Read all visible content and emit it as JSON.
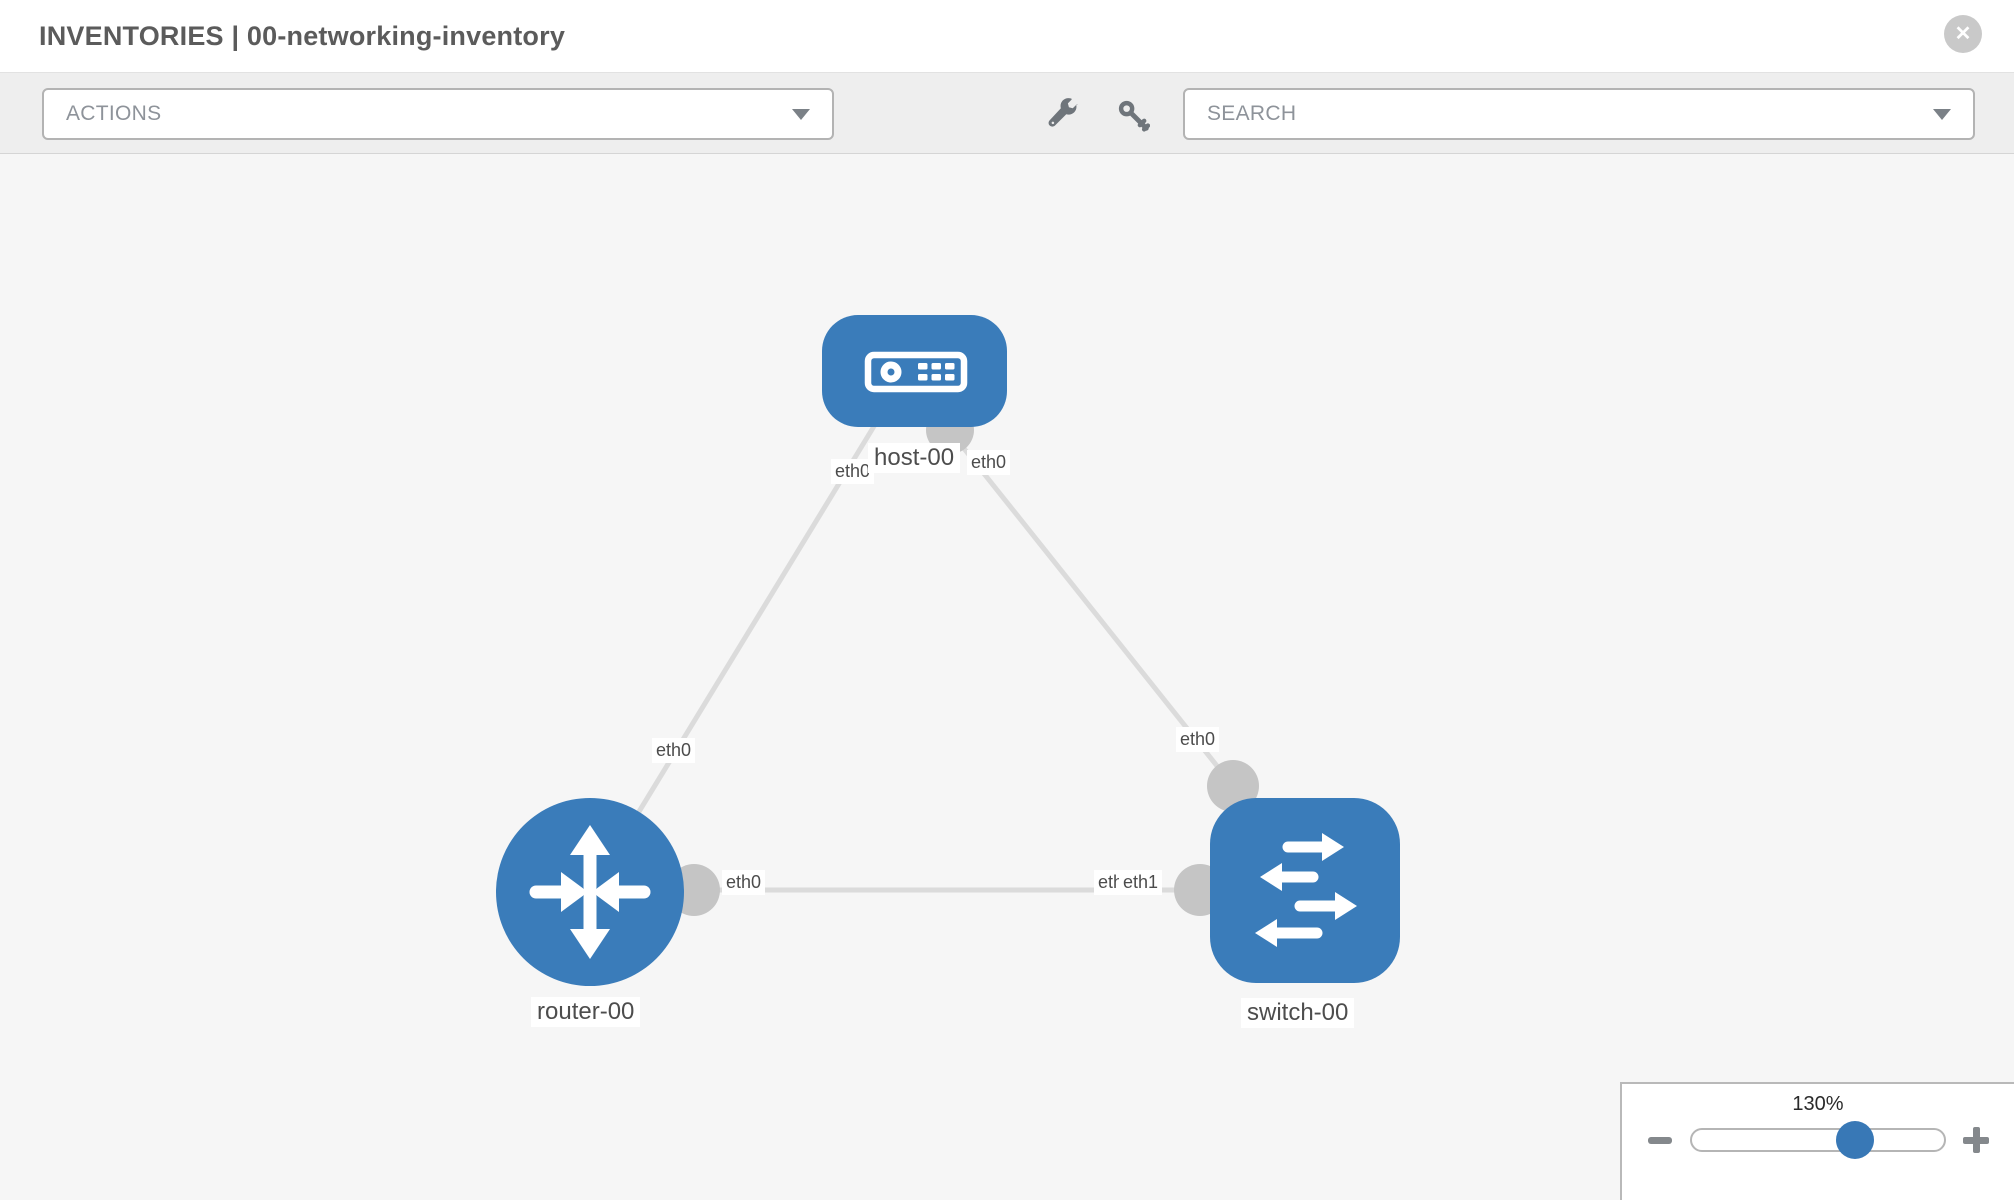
{
  "header": {
    "title": "INVENTORIES | 00-networking-inventory",
    "close_glyph": "✕"
  },
  "toolbar": {
    "actions_label": "ACTIONS",
    "search_label": "SEARCH",
    "tool_icons": [
      "wrench-icon",
      "key-icon"
    ]
  },
  "topology": {
    "nodes": [
      {
        "id": "host-00",
        "type": "host",
        "label": "host-00"
      },
      {
        "id": "router-00",
        "type": "router",
        "label": "router-00"
      },
      {
        "id": "switch-00",
        "type": "switch",
        "label": "switch-00"
      }
    ],
    "links": [
      {
        "from": "host-00",
        "to": "router-00"
      },
      {
        "from": "host-00",
        "to": "switch-00"
      },
      {
        "from": "router-00",
        "to": "switch-00"
      }
    ],
    "interface_labels": {
      "host_router_host_end": "eth0",
      "host_router_router_end": "eth0",
      "host_switch_host_end": "eth0",
      "host_switch_switch_end": "eth0",
      "router_switch_router_end": "eth0",
      "router_switch_switch_end_back": "eth1",
      "router_switch_switch_end_front": "eth1"
    }
  },
  "zoom_control": {
    "level": "130%",
    "minus_icon": "−",
    "plus_icon": "+"
  },
  "colors": {
    "node_blue": "#3a7cba",
    "link_gray": "#dbdbdb",
    "connector_gray": "#c5c5c5",
    "canvas_bg": "#f6f6f6",
    "toolbar_bg": "#eeeeee"
  }
}
